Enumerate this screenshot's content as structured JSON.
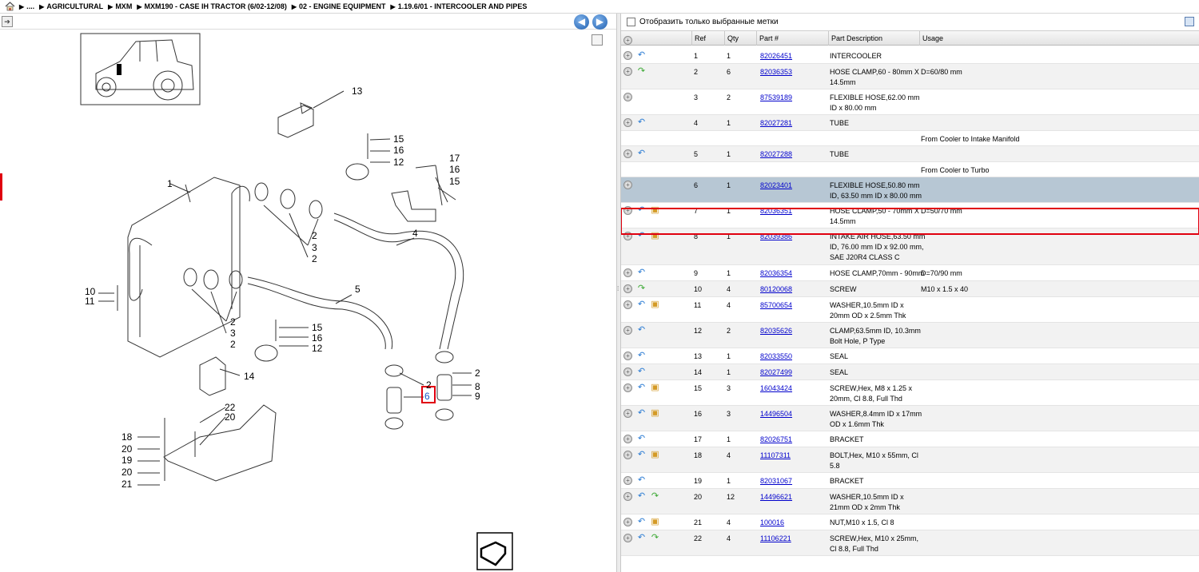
{
  "breadcrumb": [
    {
      "label": "...."
    },
    {
      "label": "AGRICULTURAL"
    },
    {
      "label": "MXM"
    },
    {
      "label": "MXM190 - CASE IH TRACTOR (6/02-12/08)"
    },
    {
      "label": "02 - ENGINE EQUIPMENT"
    },
    {
      "label": "1.19.6/01 - INTERCOOLER AND PIPES"
    }
  ],
  "filter": {
    "label": "Отобразить только выбранные метки"
  },
  "grid": {
    "headers": [
      "Ref",
      "Qty",
      "Part #",
      "Part Description",
      "Usage"
    ]
  },
  "diagram": {
    "callouts": [
      "13",
      "15",
      "16",
      "12",
      "17",
      "16",
      "15",
      "1",
      "2",
      "3",
      "2",
      "4",
      "10",
      "11",
      "5",
      "2",
      "3",
      "2",
      "15",
      "16",
      "12",
      "14",
      "2",
      "6",
      "8",
      "2",
      "9",
      "22",
      "20",
      "18",
      "20",
      "19",
      "20",
      "21"
    ]
  },
  "rows": [
    {
      "ref": "1",
      "qty": "1",
      "part": "82026451",
      "desc": [
        "INTERCOOLER"
      ],
      "usage": "",
      "icons": [
        "blue"
      ]
    },
    {
      "ref": "2",
      "qty": "6",
      "part": "82036353",
      "desc": [
        "HOSE CLAMP,60 - 80mm X",
        "14.5mm"
      ],
      "usage": "D=60/80 mm",
      "icons": [
        "green"
      ]
    },
    {
      "ref": "3",
      "qty": "2",
      "part": "87539189",
      "desc": [
        "FLEXIBLE HOSE,62.00 mm",
        "ID x 80.00 mm"
      ],
      "usage": "",
      "icons": []
    },
    {
      "ref": "4",
      "qty": "1",
      "part": "82027281",
      "desc": [
        "TUBE"
      ],
      "usage": "",
      "icons": [
        "blue"
      ]
    },
    {
      "ref": "",
      "qty": "",
      "part": "",
      "desc": [],
      "usage": "From Cooler to Intake Manifold",
      "icons": []
    },
    {
      "ref": "5",
      "qty": "1",
      "part": "82027288",
      "desc": [
        "TUBE"
      ],
      "usage": "",
      "icons": [
        "blue"
      ]
    },
    {
      "ref": "",
      "qty": "",
      "part": "",
      "desc": [],
      "usage": "From Cooler to Turbo",
      "icons": []
    },
    {
      "ref": "6",
      "qty": "1",
      "part": "82023401",
      "desc": [
        "FLEXIBLE HOSE,50.80 mm",
        "ID, 63.50 mm ID x 80.00 mm"
      ],
      "usage": "",
      "icons": []
    },
    {
      "ref": "7",
      "qty": "1",
      "part": "82036351",
      "desc": [
        "HOSE CLAMP,50 - 70mm X",
        "14.5mm"
      ],
      "usage": "D=50/70 mm",
      "icons": [
        "blue",
        "box"
      ]
    },
    {
      "ref": "8",
      "qty": "1",
      "part": "82039386",
      "desc": [
        "INTAKE AIR HOSE,63.50 mm",
        "ID, 76.00 mm ID x 92.00 mm,",
        "SAE J20R4 CLASS C"
      ],
      "usage": "",
      "icons": [
        "blue",
        "box"
      ]
    },
    {
      "ref": "9",
      "qty": "1",
      "part": "82036354",
      "desc": [
        "HOSE CLAMP,70mm - 90mm"
      ],
      "usage": "D=70/90 mm",
      "icons": [
        "blue"
      ]
    },
    {
      "ref": "10",
      "qty": "4",
      "part": "80120068",
      "desc": [
        "SCREW"
      ],
      "usage": "M10 x 1.5 x 40",
      "icons": [
        "green"
      ]
    },
    {
      "ref": "11",
      "qty": "4",
      "part": "85700654",
      "desc": [
        "WASHER,10.5mm ID x",
        "20mm OD x 2.5mm Thk"
      ],
      "usage": "",
      "icons": [
        "blue",
        "box"
      ]
    },
    {
      "ref": "12",
      "qty": "2",
      "part": "82035626",
      "desc": [
        "CLAMP,63.5mm ID, 10.3mm",
        "Bolt Hole, P Type"
      ],
      "usage": "",
      "icons": [
        "blue"
      ]
    },
    {
      "ref": "13",
      "qty": "1",
      "part": "82033550",
      "desc": [
        "SEAL"
      ],
      "usage": "",
      "icons": [
        "blue"
      ]
    },
    {
      "ref": "14",
      "qty": "1",
      "part": "82027499",
      "desc": [
        "SEAL"
      ],
      "usage": "",
      "icons": [
        "blue"
      ]
    },
    {
      "ref": "15",
      "qty": "3",
      "part": "16043424",
      "desc": [
        "SCREW,Hex, M8 x 1.25 x",
        "20mm, Cl 8.8, Full Thd"
      ],
      "usage": "",
      "icons": [
        "blue",
        "box"
      ]
    },
    {
      "ref": "16",
      "qty": "3",
      "part": "14496504",
      "desc": [
        "WASHER,8.4mm ID x 17mm",
        "OD x 1.6mm Thk"
      ],
      "usage": "",
      "icons": [
        "blue",
        "box"
      ]
    },
    {
      "ref": "17",
      "qty": "1",
      "part": "82026751",
      "desc": [
        "BRACKET"
      ],
      "usage": "",
      "icons": [
        "blue"
      ]
    },
    {
      "ref": "18",
      "qty": "4",
      "part": "11107311",
      "desc": [
        "BOLT,Hex, M10 x 55mm, Cl",
        "5.8"
      ],
      "usage": "",
      "icons": [
        "blue",
        "box"
      ]
    },
    {
      "ref": "19",
      "qty": "1",
      "part": "82031067",
      "desc": [
        "BRACKET"
      ],
      "usage": "",
      "icons": [
        "blue"
      ]
    },
    {
      "ref": "20",
      "qty": "12",
      "part": "14496621",
      "desc": [
        "WASHER,10.5mm ID x",
        "21mm OD x 2mm Thk"
      ],
      "usage": "",
      "icons": [
        "blue",
        "green"
      ]
    },
    {
      "ref": "21",
      "qty": "4",
      "part": "100016",
      "desc": [
        "NUT,M10 x 1.5, Cl 8"
      ],
      "usage": "",
      "icons": [
        "blue",
        "box"
      ]
    },
    {
      "ref": "22",
      "qty": "4",
      "part": "11106221",
      "desc": [
        "SCREW,Hex, M10 x 25mm,",
        "Cl 8.8, Full Thd"
      ],
      "usage": "",
      "icons": [
        "blue",
        "green"
      ]
    }
  ]
}
